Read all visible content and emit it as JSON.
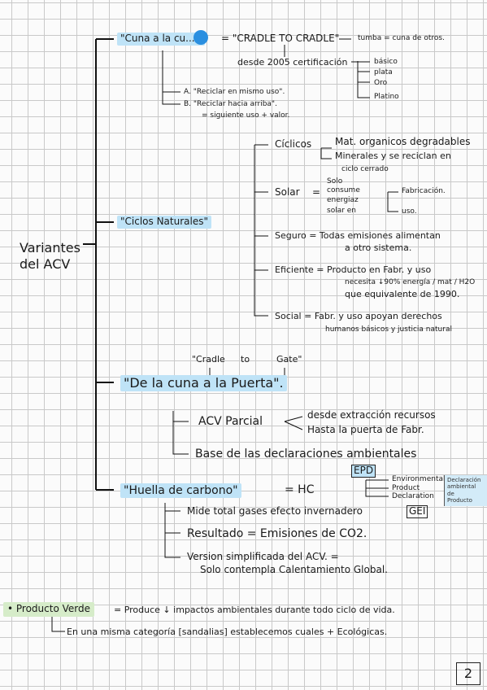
{
  "page": {
    "number": "2"
  },
  "main_title": {
    "line1": "Variantes",
    "line2": "del ACV"
  },
  "cuna": {
    "label": "\"Cuna a la cu...",
    "equals": "= \"CRADLE TO CRADLE\"",
    "arrow_note": "tumba = cuna de otros.",
    "cert": "desde 2005 certificación",
    "levels": [
      "básico",
      "plata",
      "Oro",
      "Platino"
    ],
    "a": "A. \"Reciclar en mismo uso\".",
    "b": "B. \"Reciclar hacia arriba\".",
    "b2": "= siguiente uso + valor."
  },
  "ciclos": {
    "label": "\"Ciclos Naturales\"",
    "ciclicos": "Cíclicos",
    "mat1": "Mat. organicos degradables",
    "mat2": "Minerales y se reciclan en",
    "mat3": "ciclo cerrado",
    "solar": "Solar",
    "solar_eq": "=",
    "solo1": "Solo",
    "solo2": "consume",
    "solo3": "energiaz",
    "solo4": "solar en",
    "fab": "Fabricación.",
    "uso": "uso.",
    "seguro": "Seguro = Todas emisiones alimentan",
    "seguro2": "a otro sistema.",
    "eficiente": "Eficiente = Producto en Fabr. y uso",
    "eficiente2": "necesita ↓90% energía / mat / H2O",
    "eficiente3": "que equivalente de 1990.",
    "social": "Social = Fabr. y uso apoyan derechos",
    "social2": "humanos básicos y justicia natural"
  },
  "puerta": {
    "cradle": "\"Cradle",
    "to": "to",
    "gate": "Gate\"",
    "label": "\"De la cuna a la Puerta\".",
    "parcial": "ACV Parcial",
    "desde": "desde extracción recursos",
    "hasta": "Hasta la puerta de Fabr.",
    "base": "Base de las declaraciones ambientales"
  },
  "huella": {
    "label": "\"Huella de carbono\"",
    "hc": "= HC",
    "epd": "EPD",
    "env": "Environmental",
    "prod": "Product",
    "decl": "Declaration",
    "note1": "Declaración",
    "note2": "ambiental de",
    "note3": "Producto",
    "mide": "Mide total gases efecto invernadero",
    "gei": "GEI",
    "resultado": "Resultado = Emisiones de CO2.",
    "version": "Version simplificada del ACV. =",
    "version2": "Solo contempla Calentamiento Global."
  },
  "producto": {
    "label": "• Producto Verde",
    "eq": "= Produce ↓ impactos ambientales durante todo ciclo de vida.",
    "line2": "En una misma categoría [sandalias] establecemos cuales + Ecológicas."
  },
  "colors": {
    "highlight_blue": "#bfe3f7",
    "highlight_green": "#d6ecc9",
    "dot_blue": "#2a8fe0"
  }
}
